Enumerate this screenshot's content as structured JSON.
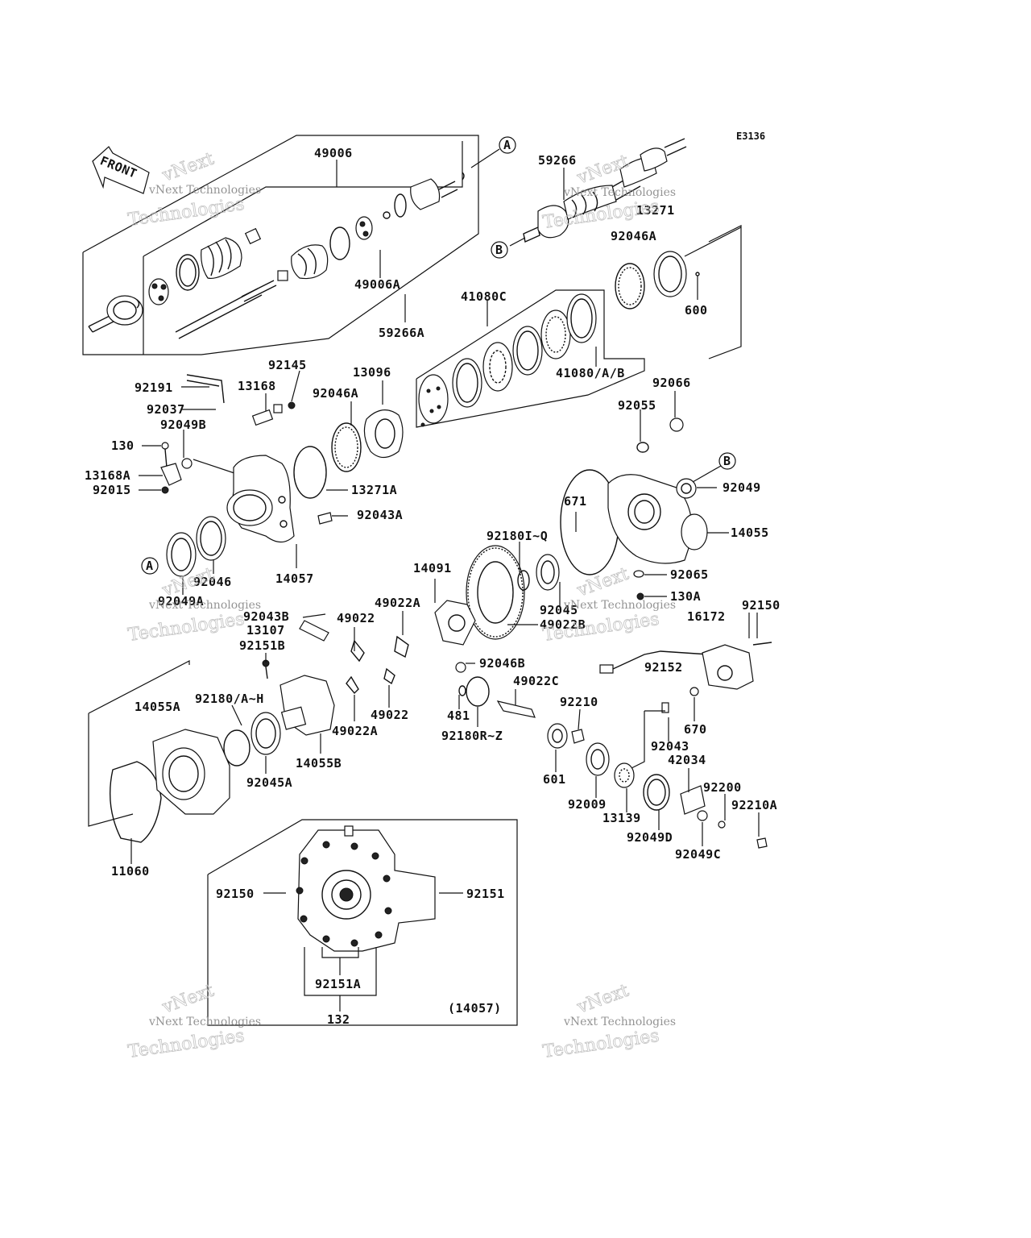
{
  "diagram": {
    "code": "E3136",
    "front_label": "FRONT",
    "inset_label": "(14057)",
    "markers": {
      "a": "A",
      "b": "B"
    },
    "watermark": {
      "line1": "vNext Technologies",
      "line2": "Technologies",
      "line3": "vNext"
    },
    "labels": {
      "l49006": "49006",
      "l49006A": "49006A",
      "l59266A": "59266A",
      "l59266": "59266",
      "l13271": "13271",
      "l92046A_top": "92046A",
      "l600": "600",
      "l41080C": "41080C",
      "l41080AB": "41080/A/B",
      "l92145": "92145",
      "l92191": "92191",
      "l13168": "13168",
      "l92046A_mid": "92046A",
      "l13096": "13096",
      "l92037": "92037",
      "l92049B": "92049B",
      "l130": "130",
      "l13168A": "13168A",
      "l92015": "92015",
      "l13271A": "13271A",
      "l92043A": "92043A",
      "l14057": "14057",
      "l92046": "92046",
      "l92049A": "92049A",
      "l92066": "92066",
      "l92055": "92055",
      "l92049": "92049",
      "l671": "671",
      "l14055": "14055",
      "l92180IQ": "92180I~Q",
      "l92065": "92065",
      "l130A": "130A",
      "l14091": "14091",
      "l49022A_top": "49022A",
      "l92045": "92045",
      "l49022B": "49022B",
      "l92043B": "92043B",
      "l13107": "13107",
      "l49022_top": "49022",
      "l92151B": "92151B",
      "l92150_r": "92150",
      "l16172": "16172",
      "l92046B": "92046B",
      "l49022C": "49022C",
      "l92152": "92152",
      "l92180AH": "92180/A~H",
      "l14055A": "14055A",
      "l49022_bot": "49022",
      "l481": "481",
      "l92180RZ": "92180R~Z",
      "l49022A_bot": "49022A",
      "l14055B": "14055B",
      "l92045A": "92045A",
      "l92210": "92210",
      "l670": "670",
      "l92043": "92043",
      "l601": "601",
      "l42034": "42034",
      "l92009": "92009",
      "l13139": "13139",
      "l92200": "92200",
      "l92210A": "92210A",
      "l92049D": "92049D",
      "l92049C": "92049C",
      "l11060": "11060",
      "l92150_in": "92150",
      "l92151_in": "92151",
      "l92151A": "92151A",
      "l132": "132"
    }
  }
}
